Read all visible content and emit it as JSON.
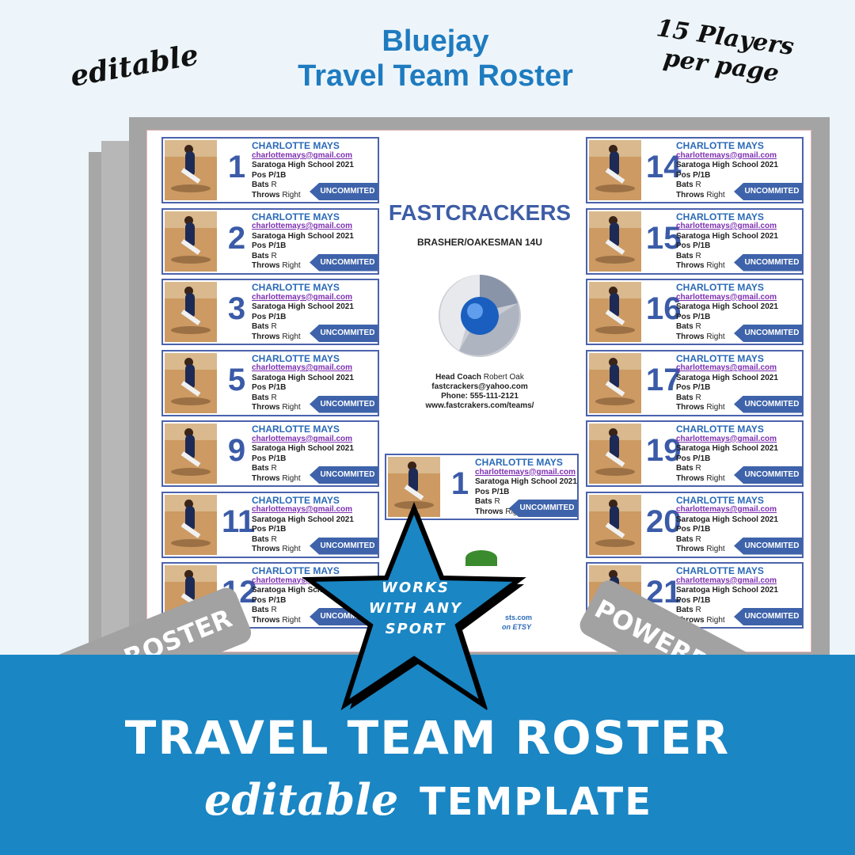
{
  "header": {
    "title_line1": "Bluejay",
    "title_line2": "Travel Team Roster",
    "editable_tag": "editable",
    "players_tag_line1": "15 Players",
    "players_tag_line2": "per page"
  },
  "roster": {
    "team_name": "FASTCRACKERS",
    "team_sub": "BRASHER/OAKESMAN 14U",
    "coach_label": "Head Coach",
    "coach_name": "Robert Oak",
    "coach_email": "fastcrackers@yahoo.com",
    "phone_label": "Phone:",
    "phone": "555-111-2121",
    "website": "www.fastcrakers.com/teams/",
    "footer_fragment": "sts.com",
    "etsy_fragment": "on ETSY",
    "left_numbers": [
      "1",
      "2",
      "3",
      "5",
      "9",
      "11",
      "12"
    ],
    "right_numbers": [
      "14",
      "15",
      "16",
      "17",
      "19",
      "20",
      "21"
    ],
    "featured_number": "1",
    "player": {
      "name": "CHARLOTTE MAYS",
      "email": "charlottemays@gmail.com",
      "school": "Saratoga High School 2021",
      "pos": "Pos P/1B",
      "bats_label": "Bats",
      "bats": "R",
      "throws_label": "Throws",
      "throws": "Right",
      "status": "UNCOMMITED"
    }
  },
  "badges": {
    "team_roster": "TEAM ROSTER",
    "powerpoint": "POWERPOINT FILE",
    "star_text": "WORKS WITH ANY SPORT"
  },
  "footer": {
    "main_title": "TRAVEL TEAM ROSTER",
    "editable": "editable",
    "template": "TEMPLATE"
  },
  "colors": {
    "brand_blue": "#1a86c4",
    "title_blue": "#1f7bbf",
    "card_blue": "#3e63aa",
    "ribbon_gray": "#a2a2a2"
  }
}
